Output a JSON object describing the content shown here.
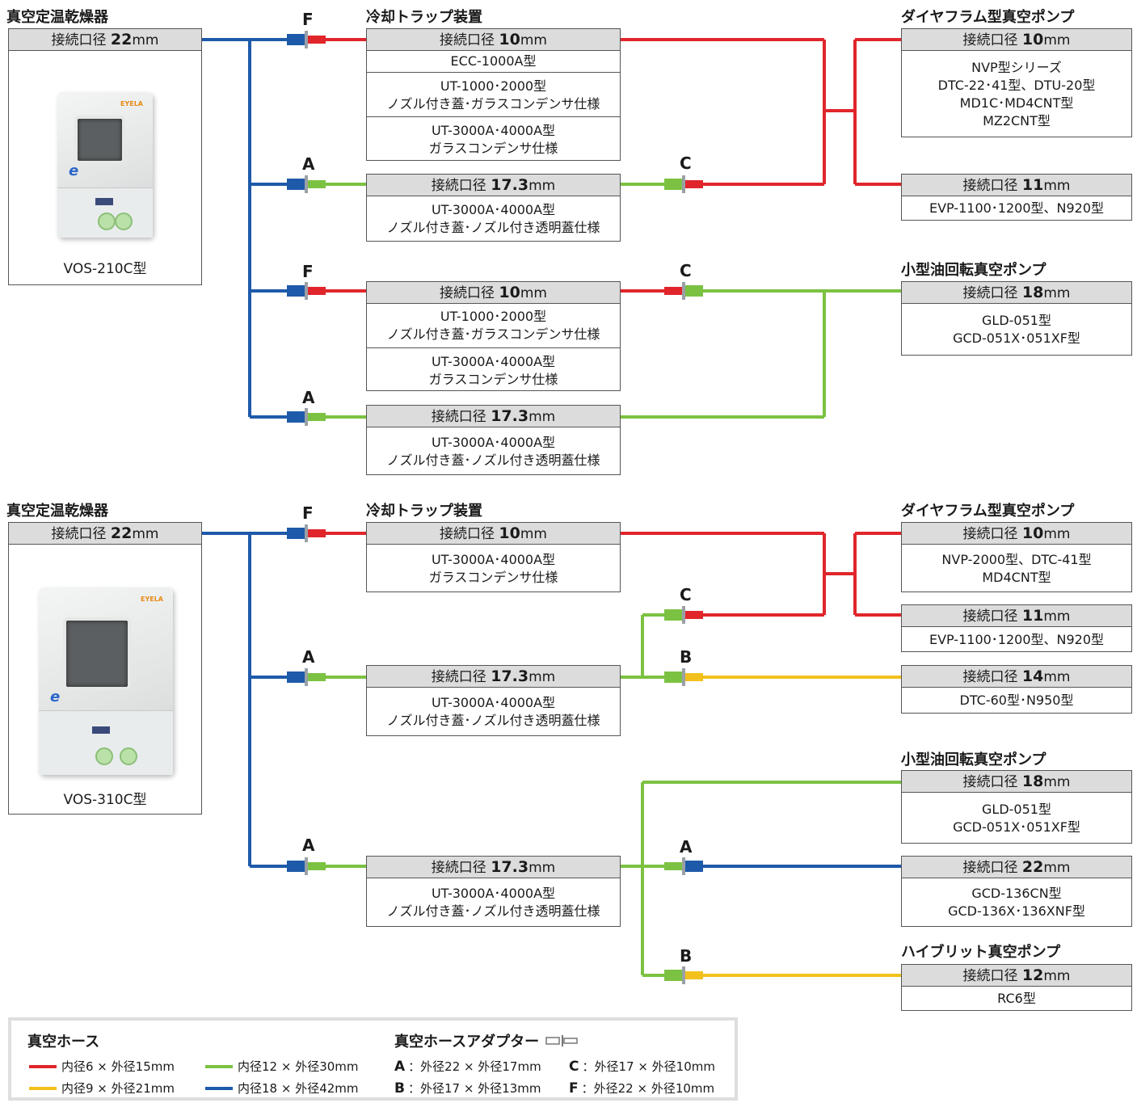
{
  "colors": {
    "red": "#e0262b",
    "yellow": "#f2c11d",
    "green": "#7cc242",
    "blue": "#1e5aaa"
  },
  "section_titles": {
    "oven": "真空定温乾燥器",
    "trap": "冷却トラップ装置",
    "diaphragm": "ダイヤフラム型真空ポンプ",
    "oil": "小型油回転真空ポンプ",
    "hybrid": "ハイブリット真空ポンプ"
  },
  "connector_prefix": "接続口径",
  "connector_unit": "mm",
  "adapter_labels": {
    "A": "A",
    "B": "B",
    "C": "C",
    "F": "F"
  },
  "top": {
    "oven": {
      "size": "22",
      "model": "VOS-210C型"
    },
    "trap_f1": {
      "size": "10",
      "rows": [
        "ECC-1000A型",
        "UT-1000･2000型\nノズル付き蓋･ガラスコンデンサ仕様",
        "UT-3000A･4000A型\nガラスコンデンサ仕様"
      ]
    },
    "trap_a1": {
      "size": "17.3",
      "rows": [
        "UT-3000A･4000A型\nノズル付き蓋･ノズル付き透明蓋仕様"
      ]
    },
    "trap_f2": {
      "size": "10",
      "rows": [
        "UT-1000･2000型\nノズル付き蓋･ガラスコンデンサ仕様",
        "UT-3000A･4000A型\nガラスコンデンサ仕様"
      ]
    },
    "trap_a2": {
      "size": "17.3",
      "rows": [
        "UT-3000A･4000A型\nノズル付き蓋･ノズル付き透明蓋仕様"
      ]
    },
    "dia_10": {
      "size": "10",
      "rows": [
        "NVP型シリーズ\nDTC-22･41型、DTU-20型\nMD1C･MD4CNT型\nMZ2CNT型"
      ]
    },
    "dia_11": {
      "size": "11",
      "rows": [
        "EVP-1100･1200型、N920型"
      ]
    },
    "oil_18": {
      "size": "18",
      "rows": [
        "GLD-051型\nGCD-051X･051XF型"
      ]
    }
  },
  "bottom": {
    "oven": {
      "size": "22",
      "model": "VOS-310C型"
    },
    "trap_f": {
      "size": "10",
      "rows": [
        "UT-3000A･4000A型\nガラスコンデンサ仕様"
      ]
    },
    "trap_a1": {
      "size": "17.3",
      "rows": [
        "UT-3000A･4000A型\nノズル付き蓋･ノズル付き透明蓋仕様"
      ]
    },
    "trap_a2": {
      "size": "17.3",
      "rows": [
        "UT-3000A･4000A型\nノズル付き蓋･ノズル付き透明蓋仕様"
      ]
    },
    "dia_10": {
      "size": "10",
      "rows": [
        "NVP-2000型、DTC-41型\nMD4CNT型"
      ]
    },
    "dia_11": {
      "size": "11",
      "rows": [
        "EVP-1100･1200型、N920型"
      ]
    },
    "dia_14": {
      "size": "14",
      "rows": [
        "DTC-60型･N950型"
      ]
    },
    "oil_18": {
      "size": "18",
      "rows": [
        "GLD-051型\nGCD-051X･051XF型"
      ]
    },
    "oil_22": {
      "size": "22",
      "rows": [
        "GCD-136CN型\nGCD-136X･136XNF型"
      ]
    },
    "hyb_12": {
      "size": "12",
      "rows": [
        "RC6型"
      ]
    }
  },
  "legend": {
    "hose_title": "真空ホース",
    "adapter_title": "真空ホースアダプター",
    "hoses": [
      {
        "color": "red",
        "text": "内径6 × 外径15mm"
      },
      {
        "color": "green",
        "text": "内径12 × 外径30mm"
      },
      {
        "color": "yellow",
        "text": "内径9 × 外径21mm"
      },
      {
        "color": "blue",
        "text": "内径18 × 外径42mm"
      }
    ],
    "adapters": [
      {
        "key": "A",
        "text": "：外径22 × 外径17mm"
      },
      {
        "key": "C",
        "text": "：外径17 × 外径10mm"
      },
      {
        "key": "B",
        "text": "：外径17 × 外径13mm"
      },
      {
        "key": "F",
        "text": "：外径22 × 外径10mm"
      }
    ]
  }
}
